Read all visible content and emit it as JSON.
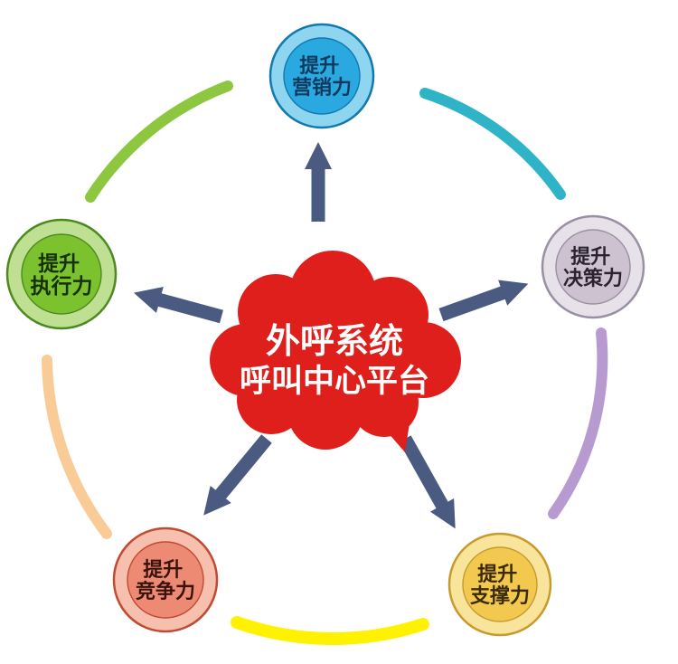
{
  "diagram": {
    "center": {
      "line1": "外呼系统",
      "line2": "呼叫中心平台",
      "fill": "#df1f1c",
      "text_color": "#ffffff"
    },
    "arrow_color": "#4a5a80",
    "nodes": [
      {
        "name": "marketing",
        "line1": "提升",
        "line2": "营销力",
        "ring": "#8ed6f0",
        "inner": "#2aa9e0",
        "stroke": "#1278b0",
        "text": "#0d3a5e"
      },
      {
        "name": "decision",
        "line1": "提升",
        "line2": "决策力",
        "ring": "#e7e1e9",
        "inner": "#cdc2d0",
        "stroke": "#9b8fa3",
        "text": "#2a2430"
      },
      {
        "name": "support",
        "line1": "提升",
        "line2": "支撑力",
        "ring": "#f9e49c",
        "inner": "#f2c94e",
        "stroke": "#c79a2d",
        "text": "#3a2a08"
      },
      {
        "name": "competitiveness",
        "line1": "提升",
        "line2": "竞争力",
        "ring": "#f7c0ae",
        "inner": "#ec8a74",
        "stroke": "#c04a32",
        "text": "#3a120a"
      },
      {
        "name": "execution",
        "line1": "提升",
        "line2": "执行力",
        "ring": "#bfe093",
        "inner": "#7cc22e",
        "stroke": "#4c8a1f",
        "text": "#15300a"
      }
    ],
    "arcs": [
      {
        "name": "arc-top-left",
        "color": "#8dc63f"
      },
      {
        "name": "arc-top-right",
        "color": "#2fb3c7"
      },
      {
        "name": "arc-right",
        "color": "#b79bd0"
      },
      {
        "name": "arc-bottom",
        "color": "#fff200"
      },
      {
        "name": "arc-left",
        "color": "#f9cb97"
      }
    ]
  }
}
